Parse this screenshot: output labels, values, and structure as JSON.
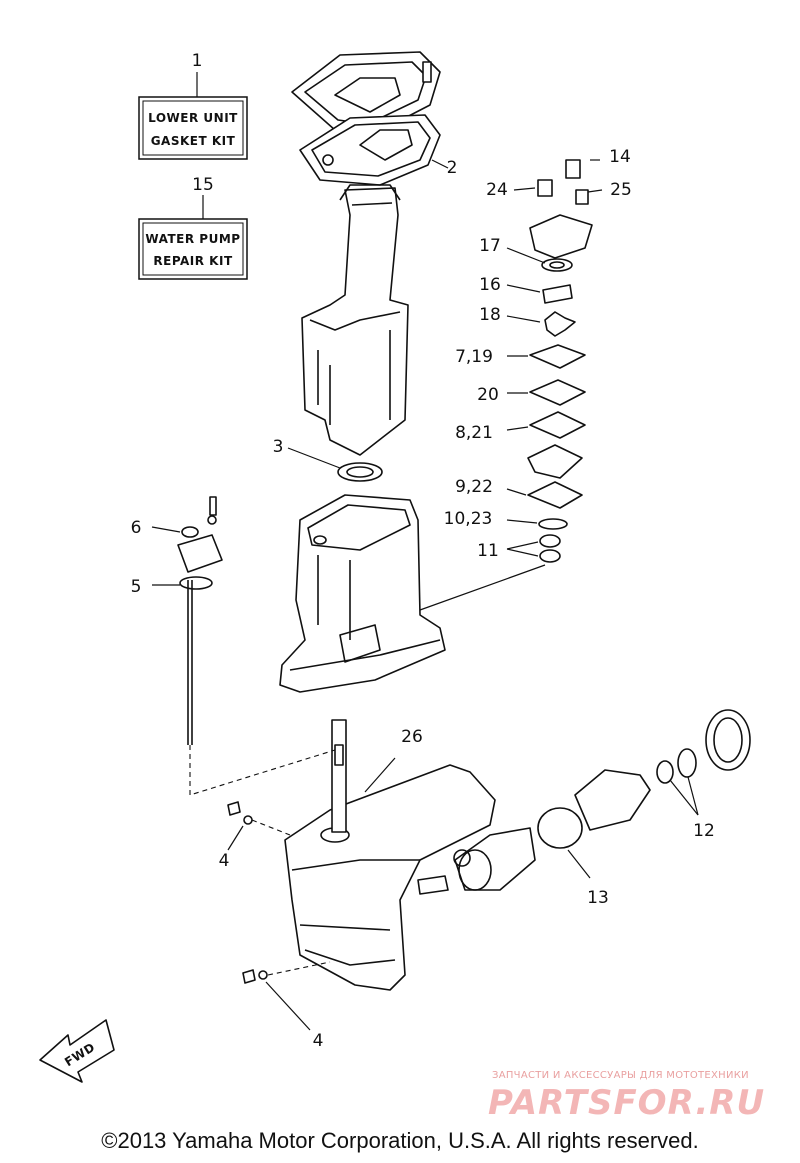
{
  "kits": {
    "gasket": {
      "number": "1",
      "line1": "LOWER UNIT",
      "line2": "GASKET KIT"
    },
    "pump": {
      "number": "15",
      "line1": "WATER PUMP",
      "line2": "REPAIR KIT"
    }
  },
  "callouts": {
    "c2": "2",
    "c3": "3",
    "c4a": "4",
    "c4b": "4",
    "c5": "5",
    "c6": "6",
    "c7_19": "7,19",
    "c8_21": "8,21",
    "c9_22": "9,22",
    "c10_23": "10,23",
    "c11": "11",
    "c12": "12",
    "c13": "13",
    "c14": "14",
    "c16": "16",
    "c17": "17",
    "c18": "18",
    "c20": "20",
    "c24": "24",
    "c25": "25",
    "c26": "26"
  },
  "fwd_label": "FWD",
  "watermark": {
    "tagline": "ЗАПЧАСТИ И АКСЕССУАРЫ ДЛЯ МОТОТЕХНИКИ",
    "logo": "PARTSFOR.RU"
  },
  "copyright": "©2013 Yamaha Motor Corporation, U.S.A. All rights reserved."
}
